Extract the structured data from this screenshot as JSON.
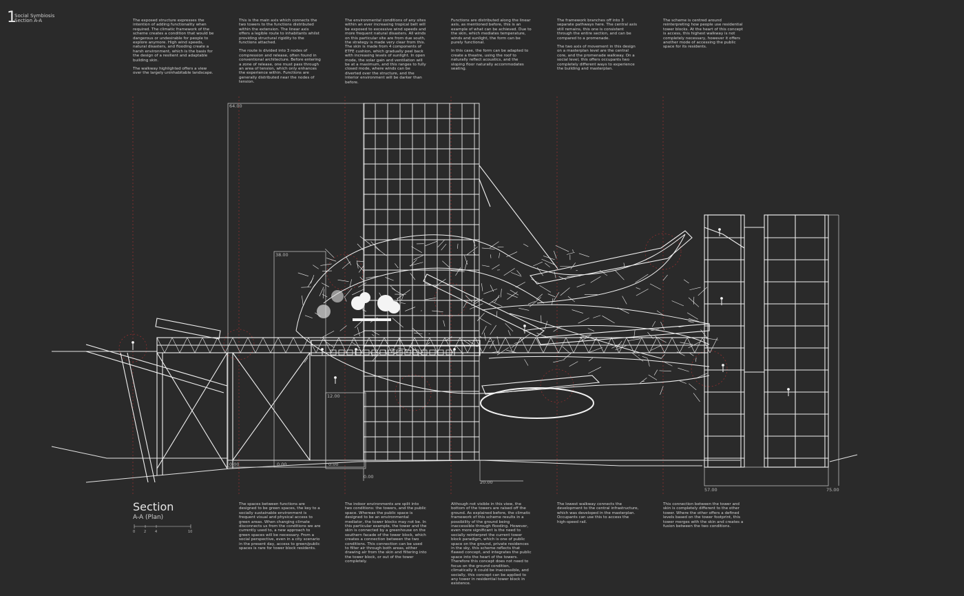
{
  "sheet": {
    "number": "1",
    "title_line1": "Social Symbiosis",
    "title_line2": "Section A-A"
  },
  "notes_top": [
    {
      "paragraphs": [
        "The exposed structure expresses the intention of adding functionality when required. The climatic framework of the scheme creates a condition that would be dangerous or undesirable for people to explore anymore. High wind speeds, natural disasters, and flooding create a harsh environment, which is the basis for the design of a resilient and adaptable building skin.",
        "The walkway highlighted offers a view over the largely uninhabitable landscape."
      ]
    },
    {
      "paragraphs": [
        "This is the main axis which connects the two towers to the functions distributed within the extension. The linear axis offers a legible route to inhabitants whilst providing structural rigidity to the functions attached.",
        "The route is divided into 3 nodes of compression and release, often found in conventional architecture. Before entering a zone of release, one must pass through an area of tension, which only enhances the experience within. Functions are generally distributed near the nodes of tension."
      ]
    },
    {
      "paragraphs": [
        "The environmental conditions of any sites within an ever increasing tropical belt will be exposed to excessive wind speeds and more frequent natural disasters. All winds on this particular site are from due south, the strategy is made very clear from this. The skin is made from 4 components of ETFE cushion, which gradually peel back with increasing levels of sunlight. In open mode, the solar gain and ventilation will be at a maximum, and this ranges to fully closed mode, where winds can be diverted over the structure, and the interior environment will be darker than before."
      ]
    },
    {
      "paragraphs": [
        "Functions are distributed along the linear axis, as mentioned before, this is an example of what can be achieved. Due to the skin, which mediates temperature, winds and sunlight, the form can be purely functional.",
        "In this case, the form can be adapted to create a theatre, using the roof to naturally reflect acoustics, and the sloping floor naturally accommodates seating."
      ]
    },
    {
      "paragraphs": [
        "The framework branches off into 3 separate pathways here. The central axis still remains, this one is consistent through the entire section, and can be compared to a promenade.",
        "The two axis of movement in this design on a masterplan level are the central core, and the promenade walkway. On a social level, this offers occupants two completely different ways to experience the building and masterplan."
      ]
    },
    {
      "paragraphs": [
        "The scheme is centred around reinterpreting how people use residential tower blocks. At the heart of this concept is access, this highest walkway is not completely necessary, however it offers another mode of accessing the public space for its residents."
      ]
    }
  ],
  "notes_bottom": [
    {
      "paragraphs": [
        "The spaces between functions are designed to be green spaces, the key to a socially sustainable environment is frequent visual and physical access to green areas. When changing climate disconnects us from the conditions we are currently used to, a new approach to green spaces will be necessary. From a social perspective, even in a city scenario in the present day, access to green/public spaces is rare for tower block residents."
      ]
    },
    {
      "paragraphs": [
        "The indoor environments are split into two conditions: the towers, and the public space. Whereas the public space is designed to be an environmental mediator, the tower blocks may not be. In this particular example, the tower and the skin is connected by a greenhouse on the southern facade of the tower block, which creates a connection between the two conditions. This connection can be used to filter air through both areas, either drawing air from the skin and filtering into the tower block, or out of the tower completely."
      ]
    },
    {
      "paragraphs": [
        "Although not visible in this view, the bottom of the towers are raised off the ground. As explained before, the climatic framework of this scheme results in a possibility of the ground being inaccessible through flooding. However, even more significant is the need to socially reinterpret the current tower block paradigm, which is one of public space on the ground, private residences in the sky, this scheme reflects that flawed concept, and integrates the public space into the heart of the towers. Therefore this concept does not need to focus on the ground condition, climatically it could be inaccessible, and socially, this concept can be applied to any tower in residential tower block in existence."
      ]
    },
    {
      "paragraphs": [
        "The lowest walkway connects the development to the central infrastructure, which was developed in the masterplan. Occupants can use this to access the high-speed rail."
      ]
    },
    {
      "paragraphs": [
        "This connection between the tower and skin is completely different to the other tower. Where the other offers a defined levels based on the tower footprint, this tower merges with the skin and creates a fusion between the two conditions."
      ]
    }
  ],
  "section_label": {
    "title": "Section",
    "subtitle": "A-A (Plan)"
  },
  "scale_bar": {
    "ticks": [
      "0",
      "2",
      "4",
      "10"
    ]
  },
  "levels": {
    "tower_top": "64.00",
    "left_upper": "38.00",
    "mid": "12.00",
    "left_ground": "0.00",
    "ground_2": "0.00",
    "ground_3": "0.00",
    "tower_base": "0.00",
    "ground_b": "20.00",
    "right_1": "57.00",
    "right_2": "75.00"
  },
  "colors": {
    "background": "#2a2a2a",
    "line": "#e8e8e8",
    "annotation": "#b03030",
    "text": "#d4d4d4"
  }
}
